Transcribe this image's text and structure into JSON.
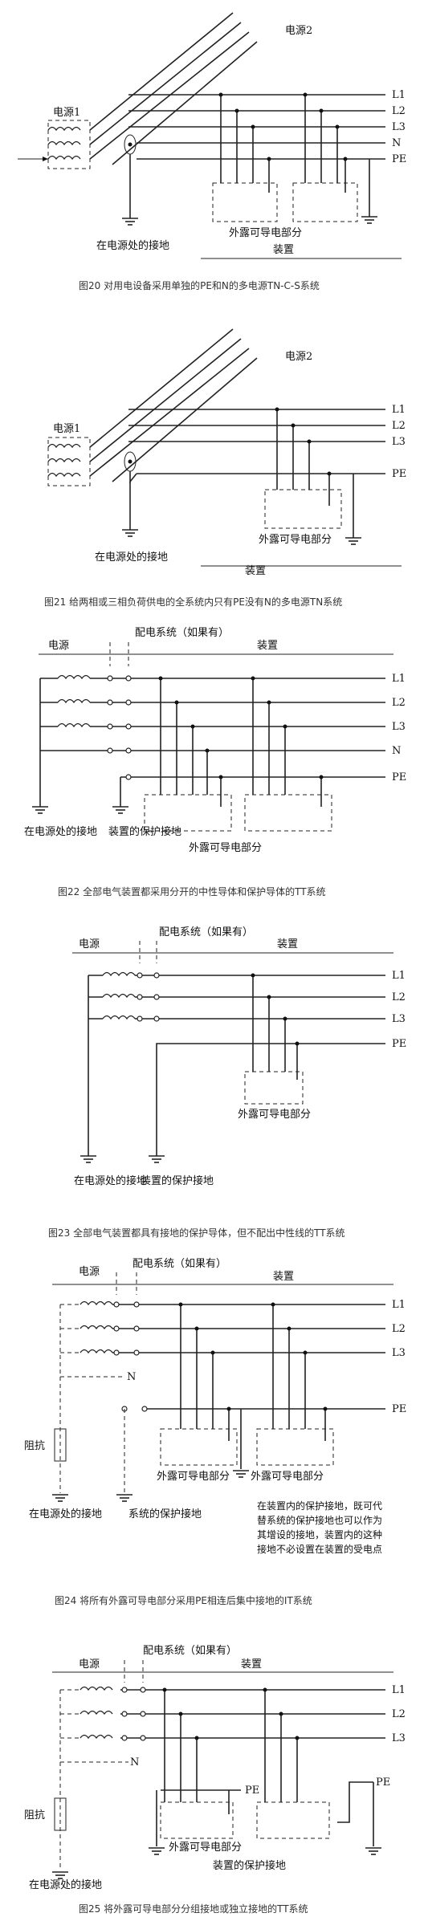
{
  "diagrams": [
    {
      "caption": "图20 对用电设备采用单独的PE和N的多电源TN-C-S系统",
      "source1": "电源1",
      "source2": "电源2",
      "lines": [
        "L1",
        "L2",
        "L3",
        "N",
        "PE"
      ],
      "exposed": "外露可导电部分",
      "earth_at_source": "在电源处的接地",
      "installation": "装置"
    },
    {
      "caption": "图21 给两相或三相负荷供电的全系统内只有PE没有N的多电源TN系统",
      "source1": "电源1",
      "source2": "电源2",
      "lines": [
        "L1",
        "L2",
        "L3",
        "PE"
      ],
      "exposed": "外露可导电部分",
      "earth_at_source": "在电源处的接地",
      "installation": "装置"
    },
    {
      "caption": "图22 全部电气装置都采用分开的中性导体和保护导体的TT系统",
      "source": "电源",
      "distribution": "配电系统（如果有）",
      "installation": "装置",
      "lines": [
        "L1",
        "L2",
        "L3",
        "N",
        "PE"
      ],
      "exposed": "外露可导电部分",
      "earth_at_source": "在电源处的接地",
      "earth_protective": "装置的保护接地"
    },
    {
      "caption": "图23 全部电气装置都具有接地的保护导体，但不配出中性线的TT系统",
      "source": "电源",
      "distribution": "配电系统（如果有）",
      "installation": "装置",
      "lines": [
        "L1",
        "L2",
        "L3",
        "PE"
      ],
      "exposed": "外露可导电部分",
      "earth_at_source": "在电源处的接地",
      "earth_protective": "装置的保护接地"
    },
    {
      "caption": "图24 将所有外露可导电部分采用PE相连后集中接地的IT系统",
      "source": "电源",
      "distribution": "配电系统（如果有）",
      "installation": "装置",
      "lines": [
        "L1",
        "L2",
        "L3",
        "N",
        "PE"
      ],
      "impedance": "阻抗",
      "exposed": "外露可导电部分",
      "earth_at_source": "在电源处的接地",
      "system_protective": "系统的保护接地",
      "note": [
        "在装置内的保护接地，既可代",
        "替系统的保护接地也可以作为",
        "其增设的接地，装置内的这种",
        "接地不必设置在装置的受电点"
      ]
    },
    {
      "caption": "图25 将外露可导电部分分组接地或独立接地的TT系统",
      "source": "电源",
      "distribution": "配电系统（如果有）",
      "installation": "装置",
      "lines": [
        "L1",
        "L2",
        "L3",
        "N",
        "PE"
      ],
      "impedance": "阻抗",
      "exposed": "外露可导电部分",
      "earth_at_source": "在电源处的接地",
      "protective": "装置的保护接地"
    }
  ]
}
